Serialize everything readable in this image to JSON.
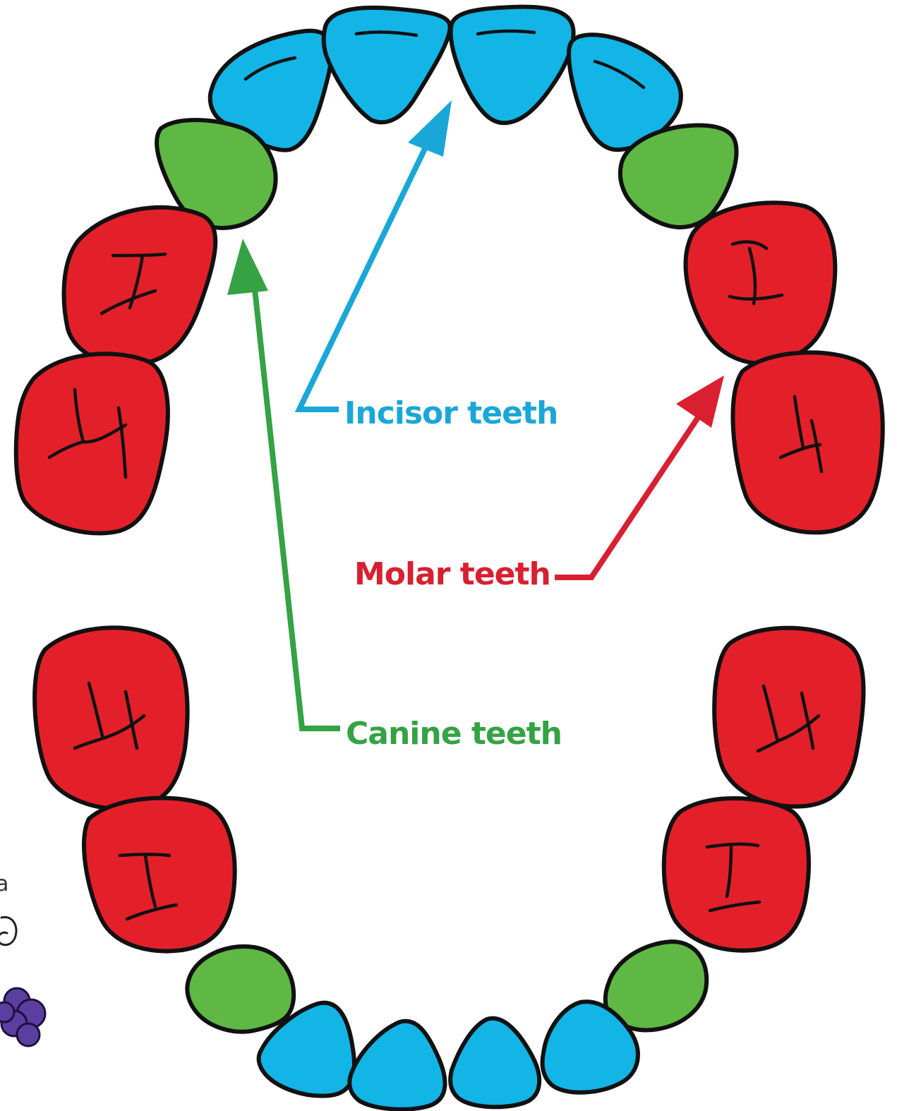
{
  "colors": {
    "incisor": "#12b5e6",
    "canine": "#5fb844",
    "molar": "#e3202a",
    "outline": "#111111",
    "canine_label": "#35a244",
    "molar_label": "#d82030",
    "incisor_label": "#1aa7d8",
    "decor_purple": "#5b3fa0"
  },
  "labels": {
    "incisor": "Incisor teeth",
    "molar": "Molar teeth",
    "canine": "Canine teeth"
  },
  "upper_arch": {
    "incisors": 4,
    "canines": 2,
    "molars": 4
  },
  "lower_arch": {
    "incisors": 4,
    "canines": 2,
    "molars": 4
  },
  "edge_fragment": "a"
}
